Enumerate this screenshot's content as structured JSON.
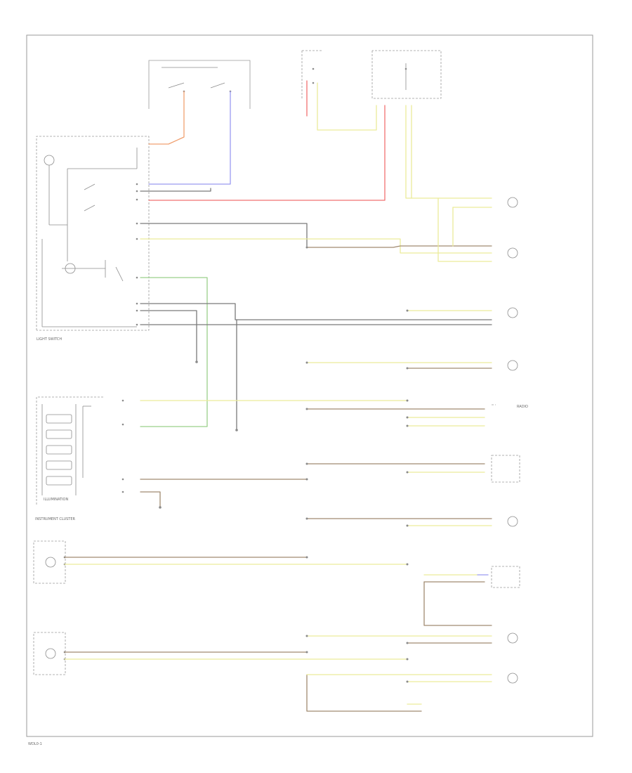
{
  "colors": {
    "yellow": "#ecec9a",
    "brown": "#a08a70",
    "red": "#f07070",
    "blue": "#9a9af0",
    "orange": "#f0a070",
    "green": "#9ad08a",
    "gray": "#7a7a7a",
    "border": "#9a9a9a"
  },
  "labels": {
    "headlight_switch": "LIGHT SWITCH",
    "instrument_cluster": "INSTRUMENT CLUSTER",
    "illumination": "ILLUMINATION",
    "radio": "RADIO",
    "footer_code": "WDL0-1"
  }
}
